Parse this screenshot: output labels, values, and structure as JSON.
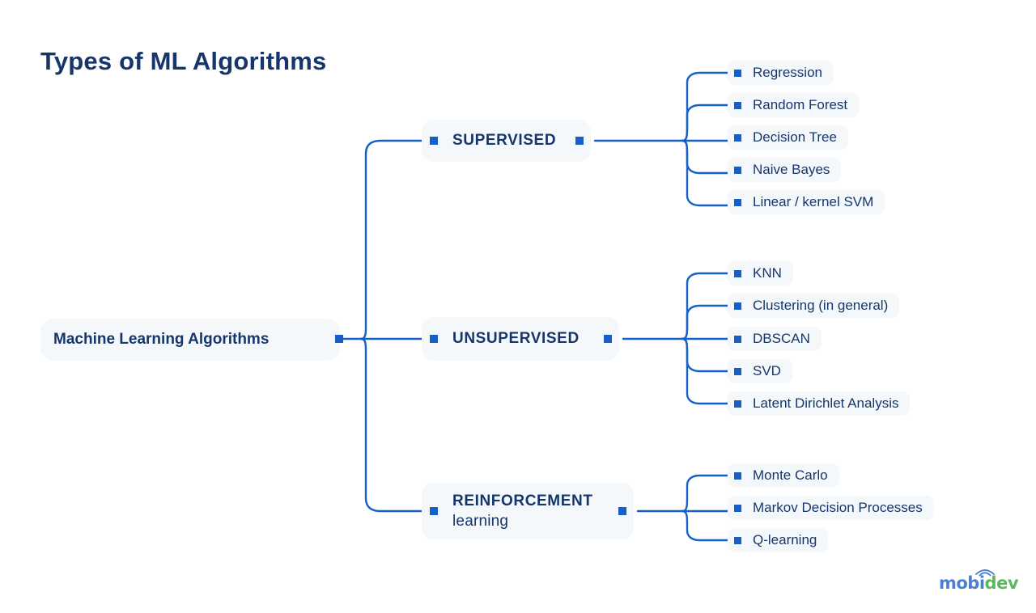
{
  "page": {
    "title": "Types of ML Algorithms",
    "background_color": "#ffffff",
    "accent_color": "#1560c8",
    "text_color": "#16366b",
    "node_fill_color": "#f4f8fb"
  },
  "diagram": {
    "type": "mindmap",
    "root": {
      "label": "Machine Learning Algorithms"
    },
    "branches": [
      {
        "label": "SUPERVISED",
        "label_line_1": "SUPERVISED",
        "label_line_2": "",
        "leaves": [
          {
            "label": "Regression"
          },
          {
            "label": "Random Forest"
          },
          {
            "label": "Decision Tree"
          },
          {
            "label": "Naive Bayes"
          },
          {
            "label": "Linear / kernel SVM"
          }
        ]
      },
      {
        "label": "UNSUPERVISED",
        "label_line_1": "UNSUPERVISED",
        "label_line_2": "",
        "leaves": [
          {
            "label": "KNN"
          },
          {
            "label": "Clustering (in general)"
          },
          {
            "label": "DBSCAN"
          },
          {
            "label": "SVD"
          },
          {
            "label": "Latent Dirichlet Analysis"
          }
        ]
      },
      {
        "label": "REINFORCEMENT learning",
        "label_line_1": "REINFORCEMENT",
        "label_line_2": "learning",
        "leaves": [
          {
            "label": "Monte Carlo"
          },
          {
            "label": "Markov Decision Processes"
          },
          {
            "label": "Q-learning"
          }
        ]
      }
    ]
  },
  "logo": {
    "text_primary": "mobi",
    "text_secondary": "dev",
    "primary_color": "#4a7fd4",
    "secondary_color": "#5cb85c",
    "icon": "wifi-arcs-icon"
  }
}
